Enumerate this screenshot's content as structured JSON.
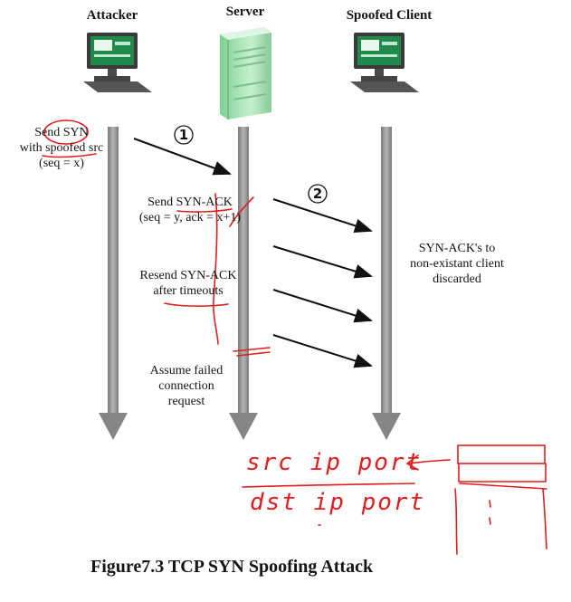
{
  "headers": {
    "attacker": "Attacker",
    "server": "Server",
    "spoofed_client": "Spoofed Client"
  },
  "attacker_note": {
    "line1": "Send SYN",
    "line2": "with spoofed src",
    "line3": "(seq = x)"
  },
  "steps": {
    "one": "1",
    "two": "2"
  },
  "server_notes": {
    "synack_line1": "Send SYN-ACK",
    "synack_line2": "(seq = y, ack = x+1)",
    "resend_line1": "Resend SYN-ACK",
    "resend_line2": "after timeouts",
    "assume_line1": "Assume failed",
    "assume_line2": "connection",
    "assume_line3": "request"
  },
  "client_note": {
    "line1": "SYN-ACK's to",
    "line2": "non-existant client",
    "line3": "discarded"
  },
  "handwriting": {
    "line1": "src ip port",
    "line2": "dst ip port"
  },
  "caption": "Figure7.3   TCP SYN Spoofing Attack",
  "colors": {
    "timeline_gray": "#8f8f8f",
    "arrow_black": "#111111",
    "annotation_red": "#e11d1d",
    "server_green": "#a8e0b4",
    "screen_green": "#1f8a4c"
  },
  "icons": {
    "attacker": "computer-icon",
    "server": "server-tower-icon",
    "client": "computer-icon"
  }
}
